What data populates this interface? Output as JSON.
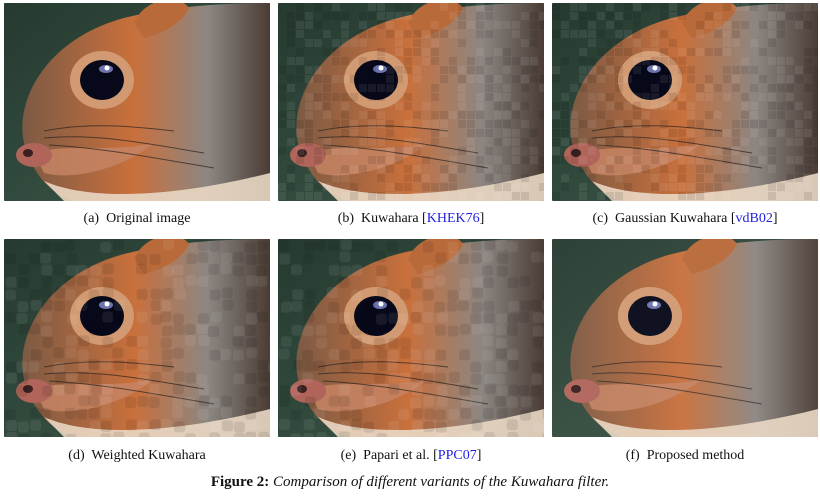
{
  "panels": [
    {
      "label": "(a)",
      "caption": "Original image",
      "cite": "",
      "texture": "none"
    },
    {
      "label": "(b)",
      "caption": "Kuwahara [",
      "cite": "KHEK76",
      "cite_close": "]",
      "texture": "blocky"
    },
    {
      "label": "(c)",
      "caption": "Gaussian Kuwahara [",
      "cite": "vdB02",
      "cite_close": "]",
      "texture": "blocky"
    },
    {
      "label": "(d)",
      "caption": "Weighted Kuwahara",
      "cite": "",
      "texture": "cells"
    },
    {
      "label": "(e)",
      "caption": "Papari et al. [",
      "cite": "PPC07",
      "cite_close": "]",
      "texture": "cells"
    },
    {
      "label": "(f)",
      "caption": "Proposed method",
      "cite": "",
      "texture": "smooth"
    }
  ],
  "figure": {
    "label": "Figure 2:",
    "caption": "Comparison of different variants of the Kuwahara filter."
  },
  "colors": {
    "background": "#3d5a4a",
    "fur_dark": "#4a3c34",
    "fur_orange": "#c9703c",
    "fur_gray": "#8c8682",
    "cheek_light": "#e9d7c3",
    "eye": "#07091a",
    "eye_ring": "#d29a72",
    "citation": "#1f1fe0"
  }
}
